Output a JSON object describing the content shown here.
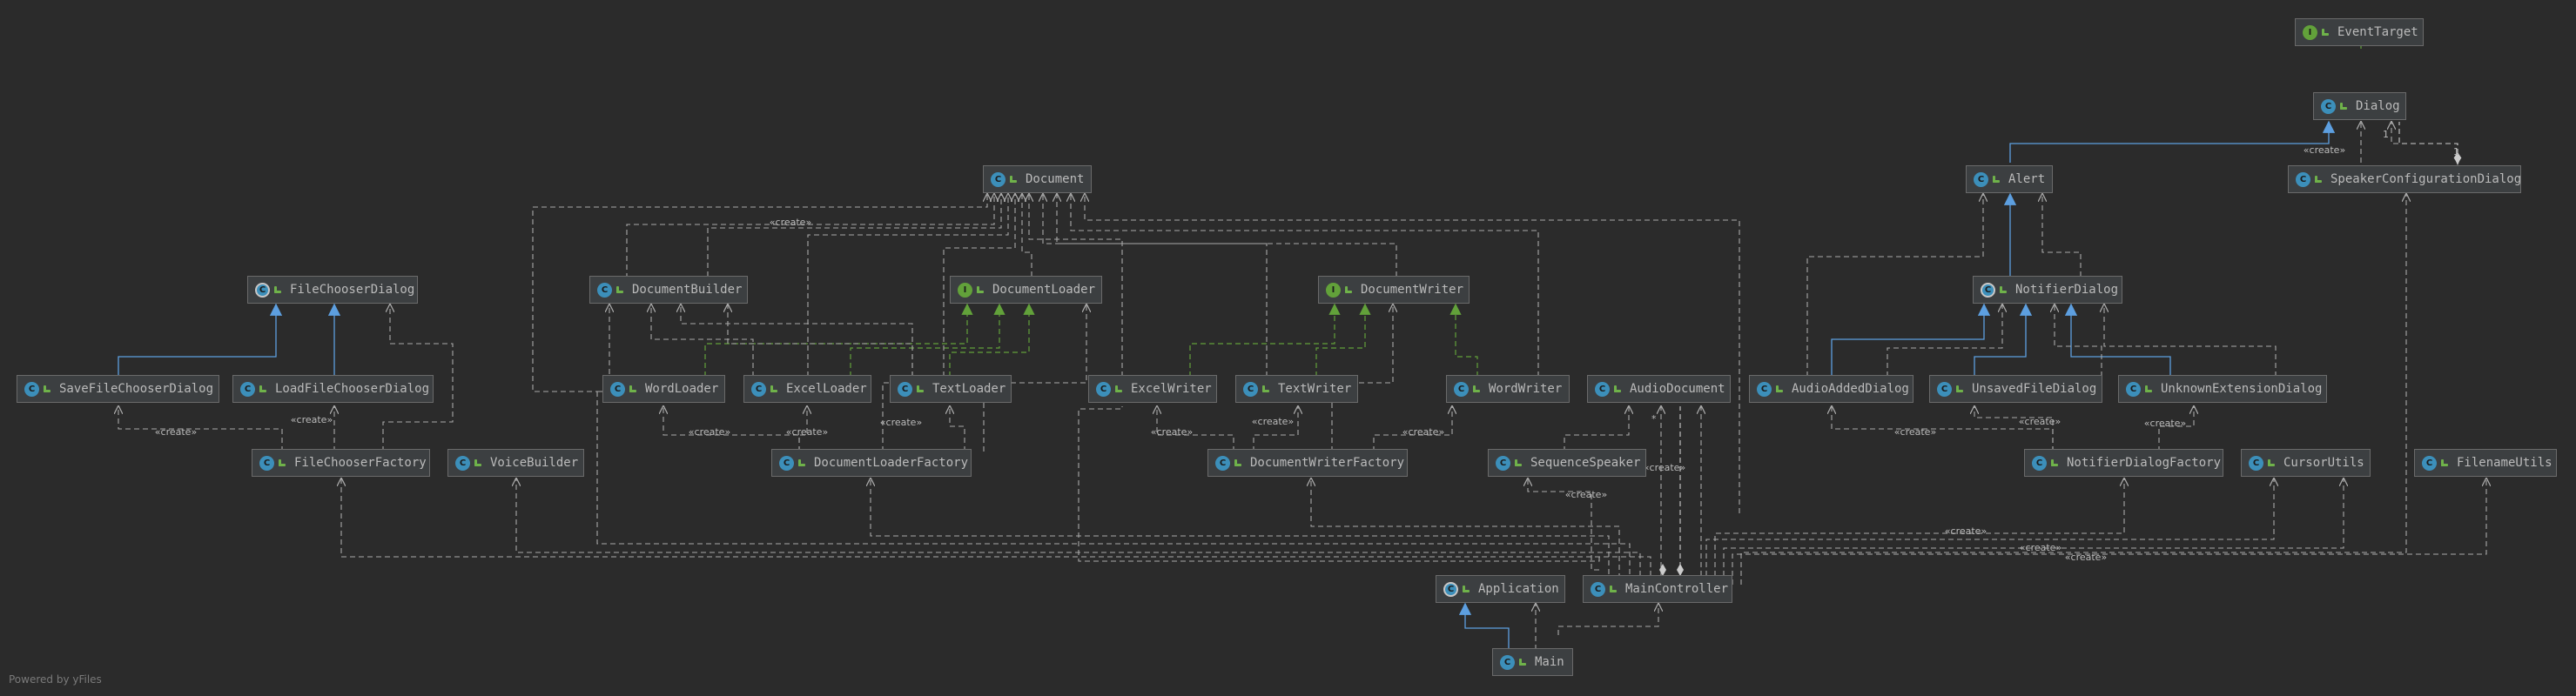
{
  "nodes": [
    {
      "id": "EventTarget",
      "label": "EventTarget",
      "kind": "i"
    },
    {
      "id": "Dialog",
      "label": "Dialog",
      "kind": "c"
    },
    {
      "id": "Alert",
      "label": "Alert",
      "kind": "c"
    },
    {
      "id": "SpeakerConfigurationDialog",
      "label": "SpeakerConfigurationDialog",
      "kind": "c"
    },
    {
      "id": "Document",
      "label": "Document",
      "kind": "c"
    },
    {
      "id": "FileChooserDialog",
      "label": "FileChooserDialog",
      "kind": "a"
    },
    {
      "id": "DocumentBuilder",
      "label": "DocumentBuilder",
      "kind": "c"
    },
    {
      "id": "DocumentLoader",
      "label": "DocumentLoader",
      "kind": "i"
    },
    {
      "id": "DocumentWriter",
      "label": "DocumentWriter",
      "kind": "i"
    },
    {
      "id": "NotifierDialog",
      "label": "NotifierDialog",
      "kind": "a"
    },
    {
      "id": "SaveFileChooserDialog",
      "label": "SaveFileChooserDialog",
      "kind": "c"
    },
    {
      "id": "LoadFileChooserDialog",
      "label": "LoadFileChooserDialog",
      "kind": "c"
    },
    {
      "id": "WordLoader",
      "label": "WordLoader",
      "kind": "c"
    },
    {
      "id": "ExcelLoader",
      "label": "ExcelLoader",
      "kind": "c"
    },
    {
      "id": "TextLoader",
      "label": "TextLoader",
      "kind": "c"
    },
    {
      "id": "ExcelWriter",
      "label": "ExcelWriter",
      "kind": "c"
    },
    {
      "id": "TextWriter",
      "label": "TextWriter",
      "kind": "c"
    },
    {
      "id": "WordWriter",
      "label": "WordWriter",
      "kind": "c"
    },
    {
      "id": "AudioDocument",
      "label": "AudioDocument",
      "kind": "c"
    },
    {
      "id": "AudioAddedDialog",
      "label": "AudioAddedDialog",
      "kind": "c"
    },
    {
      "id": "UnsavedFileDialog",
      "label": "UnsavedFileDialog",
      "kind": "c"
    },
    {
      "id": "UnknownExtensionDialog",
      "label": "UnknownExtensionDialog",
      "kind": "c"
    },
    {
      "id": "FileChooserFactory",
      "label": "FileChooserFactory",
      "kind": "c"
    },
    {
      "id": "VoiceBuilder",
      "label": "VoiceBuilder",
      "kind": "c"
    },
    {
      "id": "DocumentLoaderFactory",
      "label": "DocumentLoaderFactory",
      "kind": "c"
    },
    {
      "id": "DocumentWriterFactory",
      "label": "DocumentWriterFactory",
      "kind": "c"
    },
    {
      "id": "SequenceSpeaker",
      "label": "SequenceSpeaker",
      "kind": "c"
    },
    {
      "id": "NotifierDialogFactory",
      "label": "NotifierDialogFactory",
      "kind": "c"
    },
    {
      "id": "CursorUtils",
      "label": "CursorUtils",
      "kind": "c"
    },
    {
      "id": "FilenameUtils",
      "label": "FilenameUtils",
      "kind": "c"
    },
    {
      "id": "Application",
      "label": "Application",
      "kind": "a"
    },
    {
      "id": "MainController",
      "label": "MainController",
      "kind": "c"
    },
    {
      "id": "Main",
      "label": "Main",
      "kind": "m"
    }
  ],
  "edge_labels": {
    "create": "«create»",
    "multiplicity_one": "1",
    "multiplicity_many": "*"
  },
  "footer": "Powered by yFiles",
  "colors": {
    "background": "#2b2b2b",
    "node_fill": "#3c3f41",
    "node_border": "#6a6a6a",
    "text": "#bbbbbb",
    "dependency": "#aaaaaa",
    "extends": "#5d9fe0",
    "implements": "#62a13a"
  }
}
